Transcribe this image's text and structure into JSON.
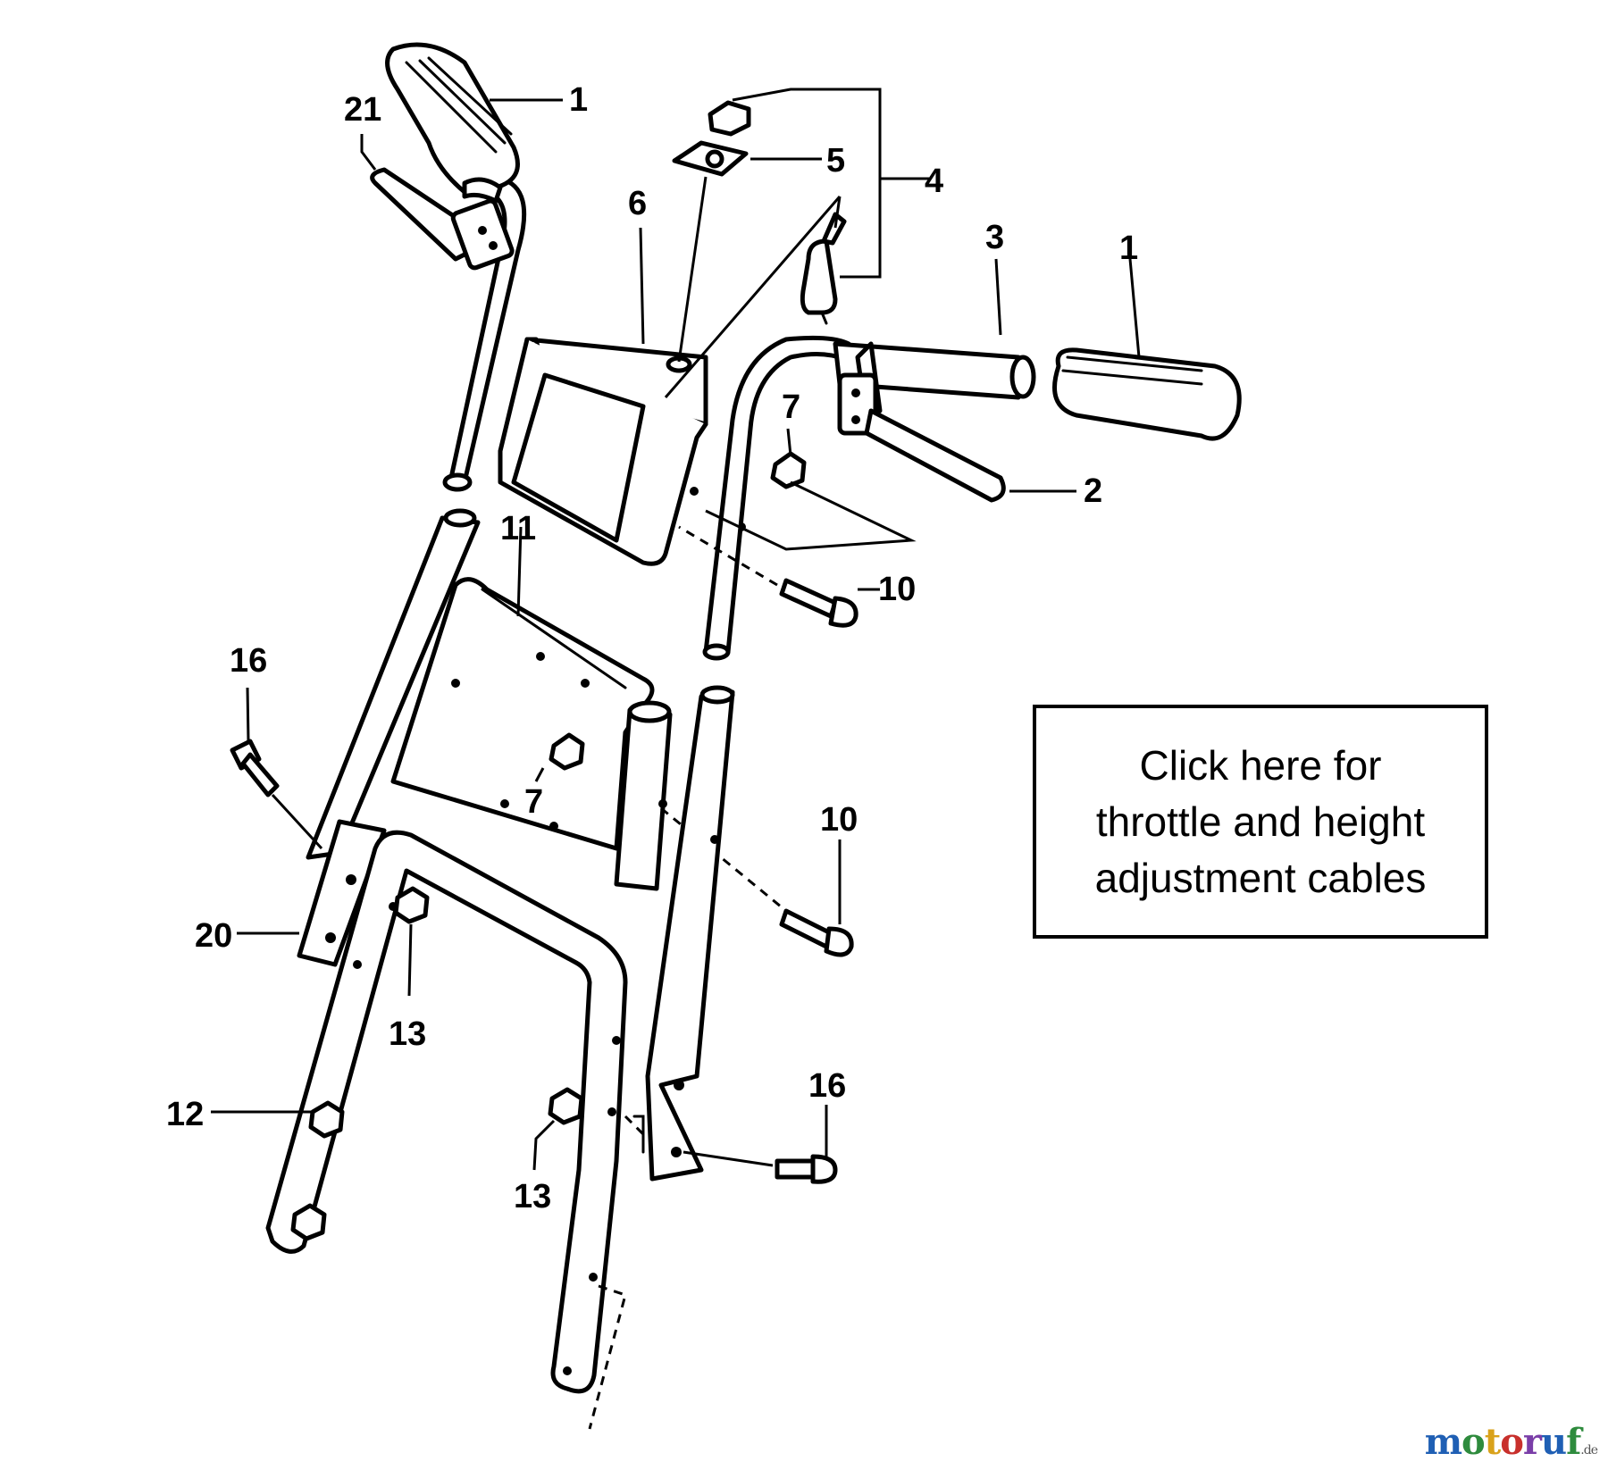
{
  "callouts": {
    "c1a": "1",
    "c21": "21",
    "c5": "5",
    "c4": "4",
    "c6": "6",
    "c3": "3",
    "c1b": "1",
    "c7a": "7",
    "c2": "2",
    "c11": "11",
    "c10a": "10",
    "c16a": "16",
    "c7b": "7",
    "c10b": "10",
    "c20": "20",
    "c13a": "13",
    "c12": "12",
    "c16b": "16",
    "c13b": "13"
  },
  "link_box": {
    "lines": [
      "Click here for",
      "throttle and height",
      "adjustment cables"
    ]
  },
  "watermark": {
    "parts": [
      "m",
      "o",
      "t",
      "o",
      "r",
      "u",
      "f"
    ],
    "colors": [
      "#1f5fb4",
      "#2e8b3d",
      "#d9a21b",
      "#c8302c",
      "#7a3ea8",
      "#1f5fb4",
      "#2e8b3d"
    ],
    "suffix": ".de"
  }
}
